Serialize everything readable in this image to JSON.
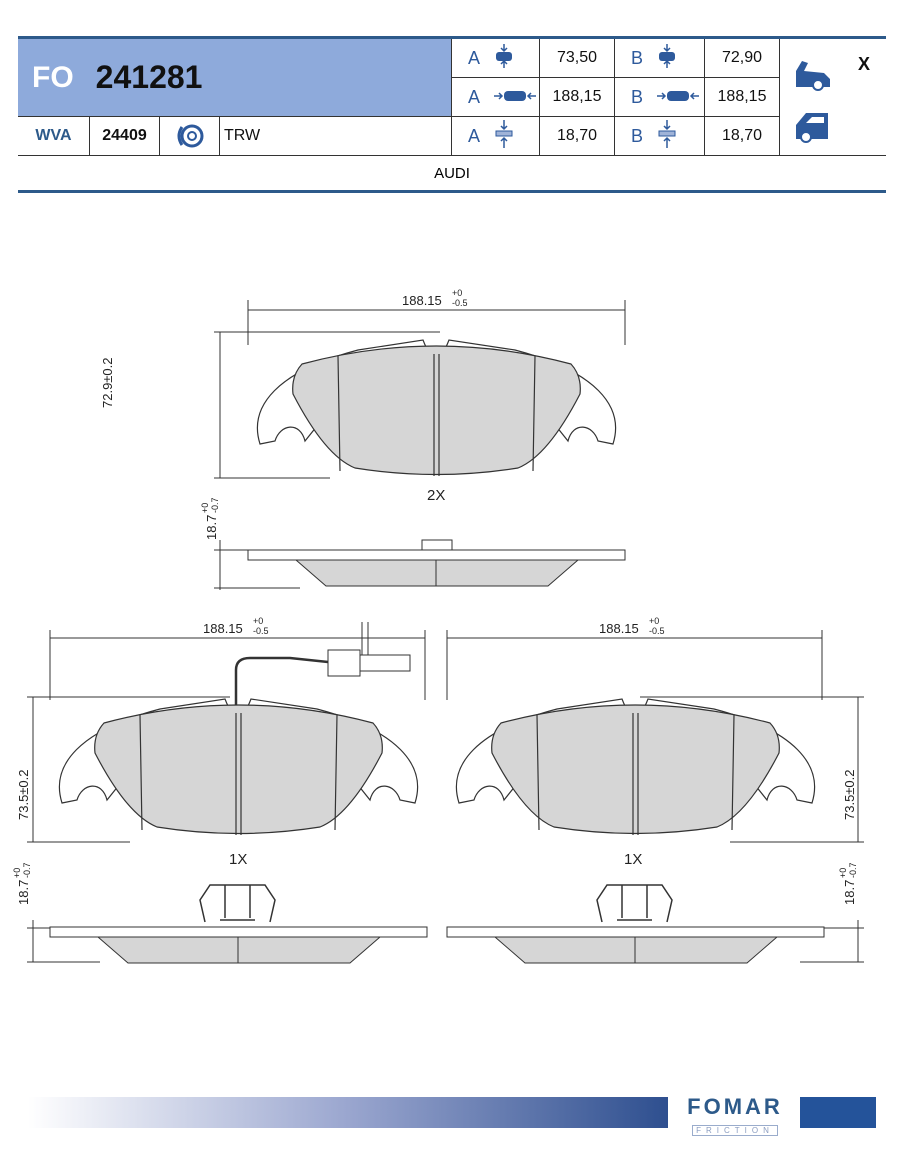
{
  "header": {
    "prefix": "FO",
    "part_number": "241281",
    "wva_label": "WVA",
    "wva_number": "24409",
    "brand": "TRW",
    "make": "AUDI",
    "axle_mark": "X",
    "rows": [
      {
        "a": "A",
        "a_val": "73,50",
        "b": "B",
        "b_val": "72,90"
      },
      {
        "a": "A",
        "a_val": "188,15",
        "b": "B",
        "b_val": "188,15"
      },
      {
        "a": "A",
        "a_val": "18,70",
        "b": "B",
        "b_val": "18,70"
      }
    ]
  },
  "drawing": {
    "width_dim": "188.15",
    "width_tol_up": "+0",
    "width_tol_dn": "-0.5",
    "height_b": "72.9±0.2",
    "height_a": "73.5±0.2",
    "thick_dim": "18.7",
    "thick_tol_up": "+0",
    "thick_tol_dn": "-0.7",
    "qty_top": "2X",
    "qty_left": "1X",
    "qty_right": "1X"
  },
  "logo": {
    "brand": "FOMAR",
    "sub": "FRICTION"
  },
  "colors": {
    "accent": "#2d5a8a",
    "header_fill": "#8eaadb",
    "pad_fill": "#d6d6d6"
  }
}
